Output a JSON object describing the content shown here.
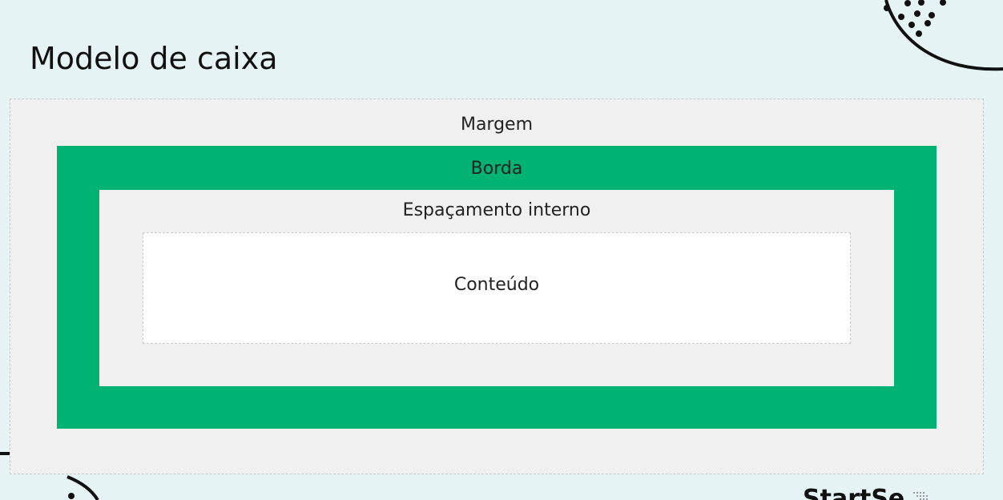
{
  "slide": {
    "title": "Modelo de caixa"
  },
  "box_model": {
    "margin_label": "Margem",
    "border_label": "Borda",
    "padding_label": "Espaçamento interno",
    "content_label": "Conteúdo"
  },
  "brand": {
    "text": "StartSe"
  },
  "colors": {
    "background": "#e6f3f5",
    "margin": "#f0f0f0",
    "border": "#00b372",
    "padding": "#f0f0f0",
    "content": "#ffffff"
  }
}
